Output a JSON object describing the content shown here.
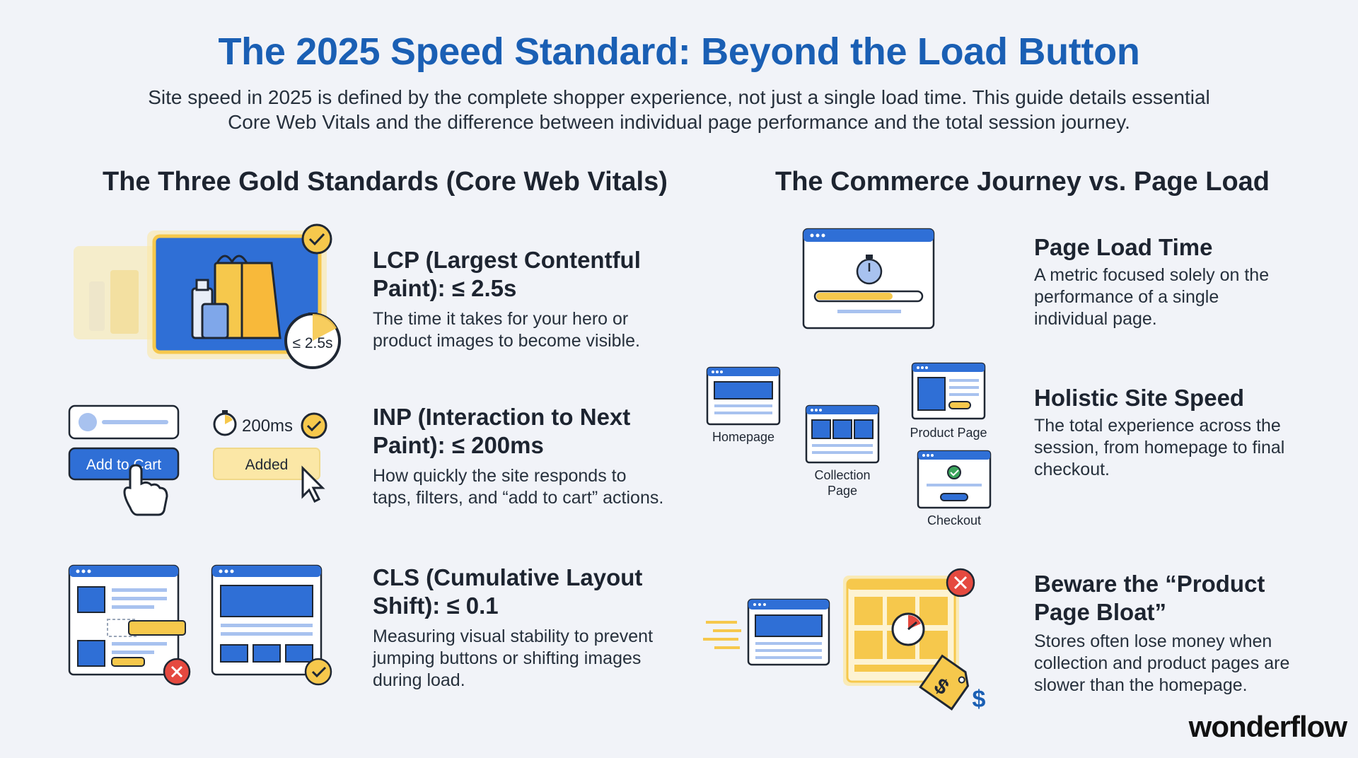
{
  "header": {
    "title": "The 2025 Speed Standard: Beyond the Load Button",
    "subtitle_line1": "Site speed in 2025 is defined by the complete shopper experience, not just a single load time. This guide details essential",
    "subtitle_line2": "Core Web Vitals and the difference between individual page performance and the total session journey."
  },
  "left": {
    "heading": "The Three Gold Standards (Core Web Vitals)",
    "items": [
      {
        "title_line1": "LCP (Largest Contentful",
        "title_line2": "Paint): ≤ 2.5s",
        "desc_line1": "The time it takes for your hero or",
        "desc_line2": "product images to become visible.",
        "badge": "≤ 2.5s"
      },
      {
        "title_line1": "INP (Interaction to Next",
        "title_line2": "Paint): ≤ 200ms",
        "desc_line1": "How quickly the site responds to",
        "desc_line2": "taps, filters, and “add to cart” actions.",
        "button_label": "Add to Cart",
        "timer_label": "200ms",
        "added_label": "Added"
      },
      {
        "title_line1": "CLS (Cumulative Layout",
        "title_line2": "Shift): ≤ 0.1",
        "desc_line1": "Measuring visual stability to prevent",
        "desc_line2": "jumping buttons or shifting images",
        "desc_line3": "during load."
      }
    ]
  },
  "right": {
    "heading": "The Commerce Journey vs. Page Load",
    "items": [
      {
        "title": "Page Load Time",
        "desc_line1": "A metric focused solely on the",
        "desc_line2": "performance of a single",
        "desc_line3": "individual page."
      },
      {
        "title": "Holistic Site Speed",
        "desc_line1": "The total experience across the",
        "desc_line2": "session, from homepage to final",
        "desc_line3": "checkout.",
        "pages": {
          "homepage": "Homepage",
          "collection_line1": "Collection",
          "collection_line2": "Page",
          "product": "Product Page",
          "checkout": "Checkout"
        }
      },
      {
        "title_line1": "Beware the “Product",
        "title_line2": "Page Bloat”",
        "desc_line1": "Stores often lose money when",
        "desc_line2": "collection and product pages are",
        "desc_line3": "slower than the homepage.",
        "price_symbol": "$"
      }
    ]
  },
  "brand": {
    "logo": "wonderflow"
  },
  "colors": {
    "title_blue": "#1a5fb4",
    "accent_blue": "#2f6fd6",
    "accent_yellow": "#f6c84c",
    "error_red": "#e5493f",
    "background": "#f1f3f8"
  }
}
